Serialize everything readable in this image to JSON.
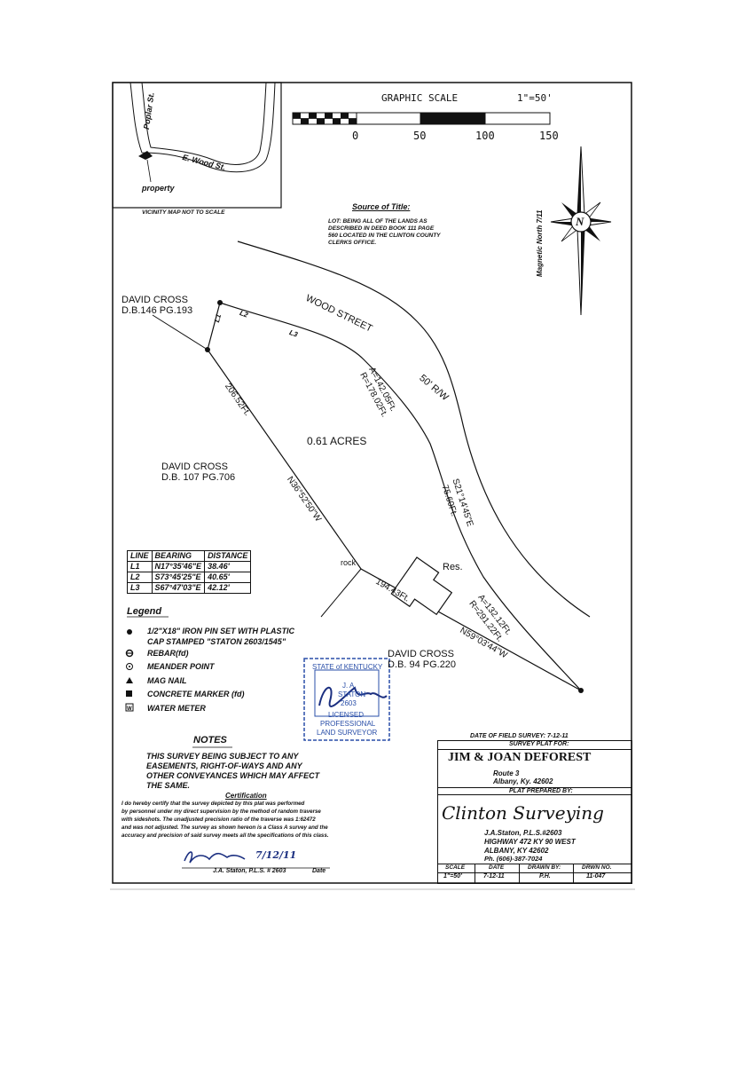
{
  "vicinity_map": {
    "street_1": "Poplar St.",
    "street_2": "E. Wood St.",
    "property_label": "property",
    "caption": "VICINITY MAP NOT TO SCALE"
  },
  "graphic_scale": {
    "title": "GRAPHIC SCALE",
    "ratio": "1\"=50'",
    "ticks": [
      "0",
      "50",
      "100",
      "150"
    ]
  },
  "north_arrow": {
    "label": "Magnetic North 7/11",
    "letter": "N"
  },
  "source_of_title": {
    "heading": "Source of Title:",
    "lines": [
      "LOT: BEING ALL OF THE LANDS AS",
      "DESCRIBED IN DEED BOOK 111 PAGE",
      "560 LOCATED IN THE CLINTON COUNTY",
      "CLERKS OFFICE."
    ]
  },
  "plat": {
    "street_name": "WOOD STREET",
    "row": "50' R/W",
    "adjoiner_1_name": "DAVID CROSS",
    "adjoiner_1_ref": "D.B.146 PG.193",
    "adjoiner_2_name": "DAVID CROSS",
    "adjoiner_2_ref": "D.B. 107 PG.706",
    "adjoiner_3_name": "DAVID CROSS",
    "adjoiner_3_ref": "D.B. 94 PG.220",
    "acreage": "0.61 ACRES",
    "residence": "Res.",
    "rock": "rock",
    "l1": "L1",
    "l2": "L2",
    "l3": "L3",
    "west_distance": "206.52Ft.",
    "west_bearing": "N36°52'50\"W",
    "south_distance": "194.43Ft.",
    "south_bearing": "N59°03'44\"W",
    "curve_1_a": "A=142.05Ft.",
    "curve_1_r": "R=178.02Ft.",
    "east_bearing": "S21°14'45\"E",
    "east_distance": "75.60Ft.",
    "curve_2_a": "A=132.12Ft.",
    "curve_2_r": "R=291.22Ft."
  },
  "line_table": {
    "headers": [
      "LINE",
      "BEARING",
      "DISTANCE"
    ],
    "rows": [
      [
        "L1",
        "N17°35'46\"E",
        "38.46'"
      ],
      [
        "L2",
        "S73°45'25\"E",
        "40.65'"
      ],
      [
        "L3",
        "S67°47'03\"E",
        "42.12'"
      ]
    ]
  },
  "legend": {
    "title": "Legend",
    "items": [
      {
        "icon": "filled-circle-icon",
        "text": "1/2\"X18\" IRON PIN SET WITH PLASTIC",
        "text2": "CAP STAMPED \"STATON 2603/1545\""
      },
      {
        "icon": "rebar-circle-icon",
        "text": "REBAR(fd)"
      },
      {
        "icon": "open-circle-dot-icon",
        "text": "MEANDER POINT"
      },
      {
        "icon": "triangle-icon",
        "text": "MAG NAIL"
      },
      {
        "icon": "square-icon",
        "text": "CONCRETE MARKER (fd)"
      },
      {
        "icon": "boxed-w-icon",
        "text": "WATER METER"
      }
    ]
  },
  "seal": {
    "line1": "STATE of KENTUCKY",
    "line2": "J. A.",
    "line3": "STATON",
    "line4": "2603",
    "line5": "LICENSED",
    "line6": "PROFESSIONAL",
    "line7": "LAND SURVEYOR",
    "color": "#2a4fa8"
  },
  "notes": {
    "heading": "NOTES",
    "lines": [
      "THIS SURVEY BEING SUBJECT TO ANY",
      "EASEMENTS, RIGHT-OF-WAYS AND ANY",
      "OTHER CONVEYANCES WHICH MAY AFFECT",
      "THE SAME."
    ]
  },
  "certification": {
    "heading": "Certification",
    "lines": [
      "I do hereby certify that the survey depicted by this plat was performed",
      "by personnel under my direct supervision by the method of random traverse",
      "with sideshots. The unadjusted precision ratio of the traverse was 1:62472",
      "and was not adjusted. The survey as shown hereon is a Class A survey and the",
      "accuracy and precision of said survey meets all the specifications of this class."
    ],
    "signature_text": "J.A. Staton, P.L.S. # 2603",
    "date_label": "Date",
    "handwritten_date": "7/12/11"
  },
  "title_block": {
    "field_survey": "DATE OF FIELD SURVEY: 7-12-11",
    "survey_plat_for": "SURVEY PLAT FOR:",
    "client": "JIM & JOAN DEFOREST",
    "client_addr_1": "Route 3",
    "client_addr_2": "Albany, Ky. 42602",
    "prepared_by": "PLAT PREPARED BY:",
    "firm": "Clinton Surveying",
    "firm_1": "J.A.Staton, P.L.S.#2603",
    "firm_2": "HIGHWAY 472 KY 90 WEST",
    "firm_3": "ALBANY, KY 42602",
    "firm_4": "Ph. (606)-387-7024",
    "col_headers": [
      "SCALE",
      "DATE",
      "DRAWN BY:",
      "DRWN NO."
    ],
    "col_values": [
      "1\"=50'",
      "7-12-11",
      "P.H.",
      "11-047"
    ]
  }
}
